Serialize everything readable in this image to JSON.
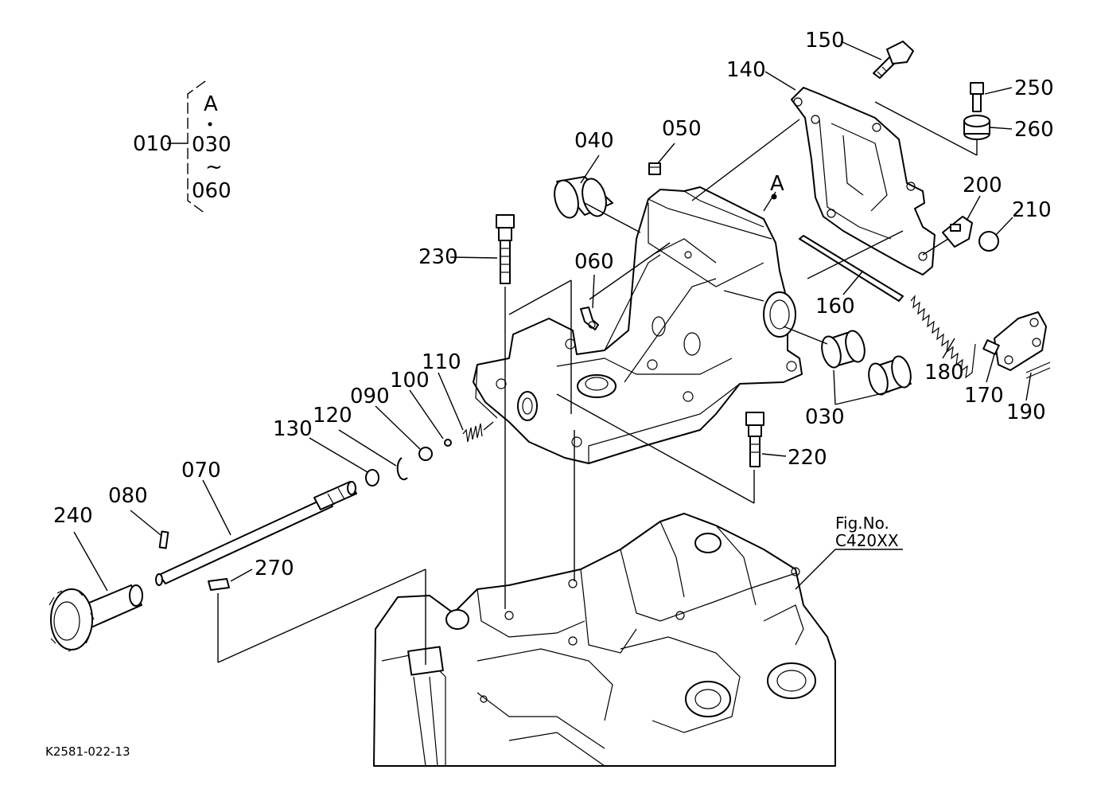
{
  "callouts": {
    "c010": "010",
    "kitA": "A",
    "dot": "•",
    "kit030": "030",
    "tilde": "~",
    "kit060": "060",
    "c040": "040",
    "c050": "050",
    "c140": "140",
    "c150": "150",
    "c250": "250",
    "c260": "260",
    "c200": "200",
    "c210": "210",
    "markA": "A",
    "c230": "230",
    "c060": "060",
    "c160": "160",
    "c180": "180",
    "c170": "170",
    "c190": "190",
    "c030": "030",
    "c110": "110",
    "c100": "100",
    "c090": "090",
    "c130": "130",
    "c120": "120",
    "c220": "220",
    "c070": "070",
    "c080": "080",
    "c240": "240",
    "c270": "270"
  },
  "figure": {
    "fig_no_label": "Fig.No.",
    "fig_no_value": "C420XX",
    "drawing_code": "K2581-022-13"
  }
}
